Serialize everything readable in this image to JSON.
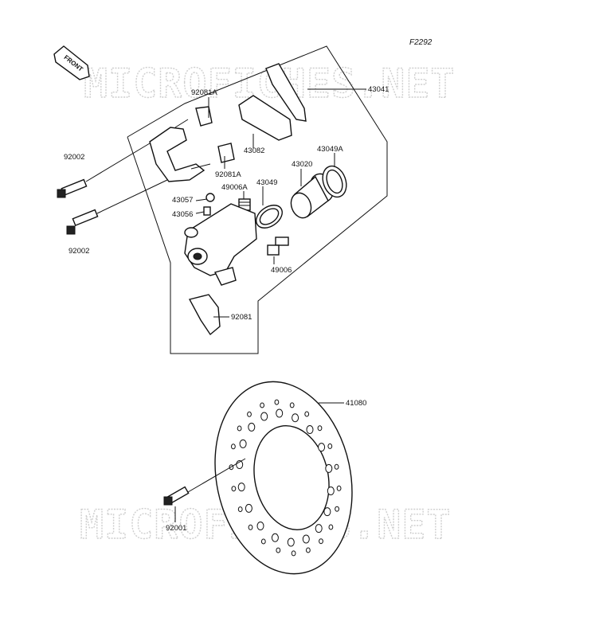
{
  "figure_code": "F2292",
  "front_label": "FRONT",
  "watermark_text": "MICROFICHES.NET",
  "labels": {
    "p43041": "43041",
    "p92081A_top": "92081A",
    "p43082": "43082",
    "p43049A": "43049A",
    "p43020": "43020",
    "p92002_top": "92002",
    "p92081A_mid": "92081A",
    "p49006A": "49006A",
    "p43049": "43049",
    "p43057": "43057",
    "p43056": "43056",
    "p92002_bottom": "92002",
    "p49006": "49006",
    "p92081": "92081",
    "p41080": "41080",
    "p92001": "92001"
  }
}
